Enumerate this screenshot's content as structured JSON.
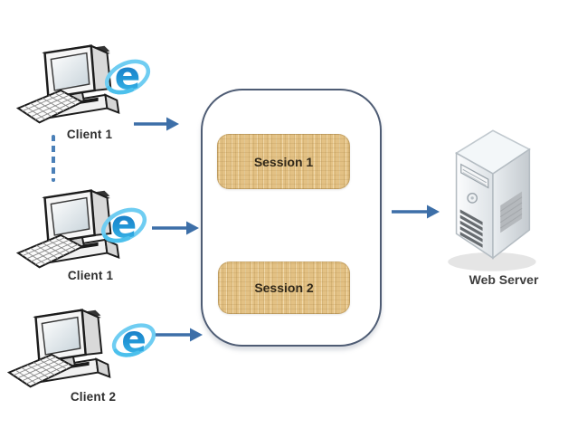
{
  "clients": [
    {
      "label": "Client 1"
    },
    {
      "label": "Client 1"
    },
    {
      "label": "Client 2"
    }
  ],
  "session_pool": {
    "sessions": [
      {
        "label": "Session 1"
      },
      {
        "label": "Session 2"
      }
    ]
  },
  "server": {
    "label": "Web Server"
  },
  "colors": {
    "background": "#ffffff",
    "arrow": "#3d6fa8",
    "dashed_connector": "#4b80b8",
    "pool_border": "#4e5c74",
    "session_fill": "#e3c184",
    "session_text": "#32291a",
    "client_label_text": "#2e2e2e",
    "ie_logo_blue": "#2196d6",
    "server_body": "#e7ebee"
  }
}
